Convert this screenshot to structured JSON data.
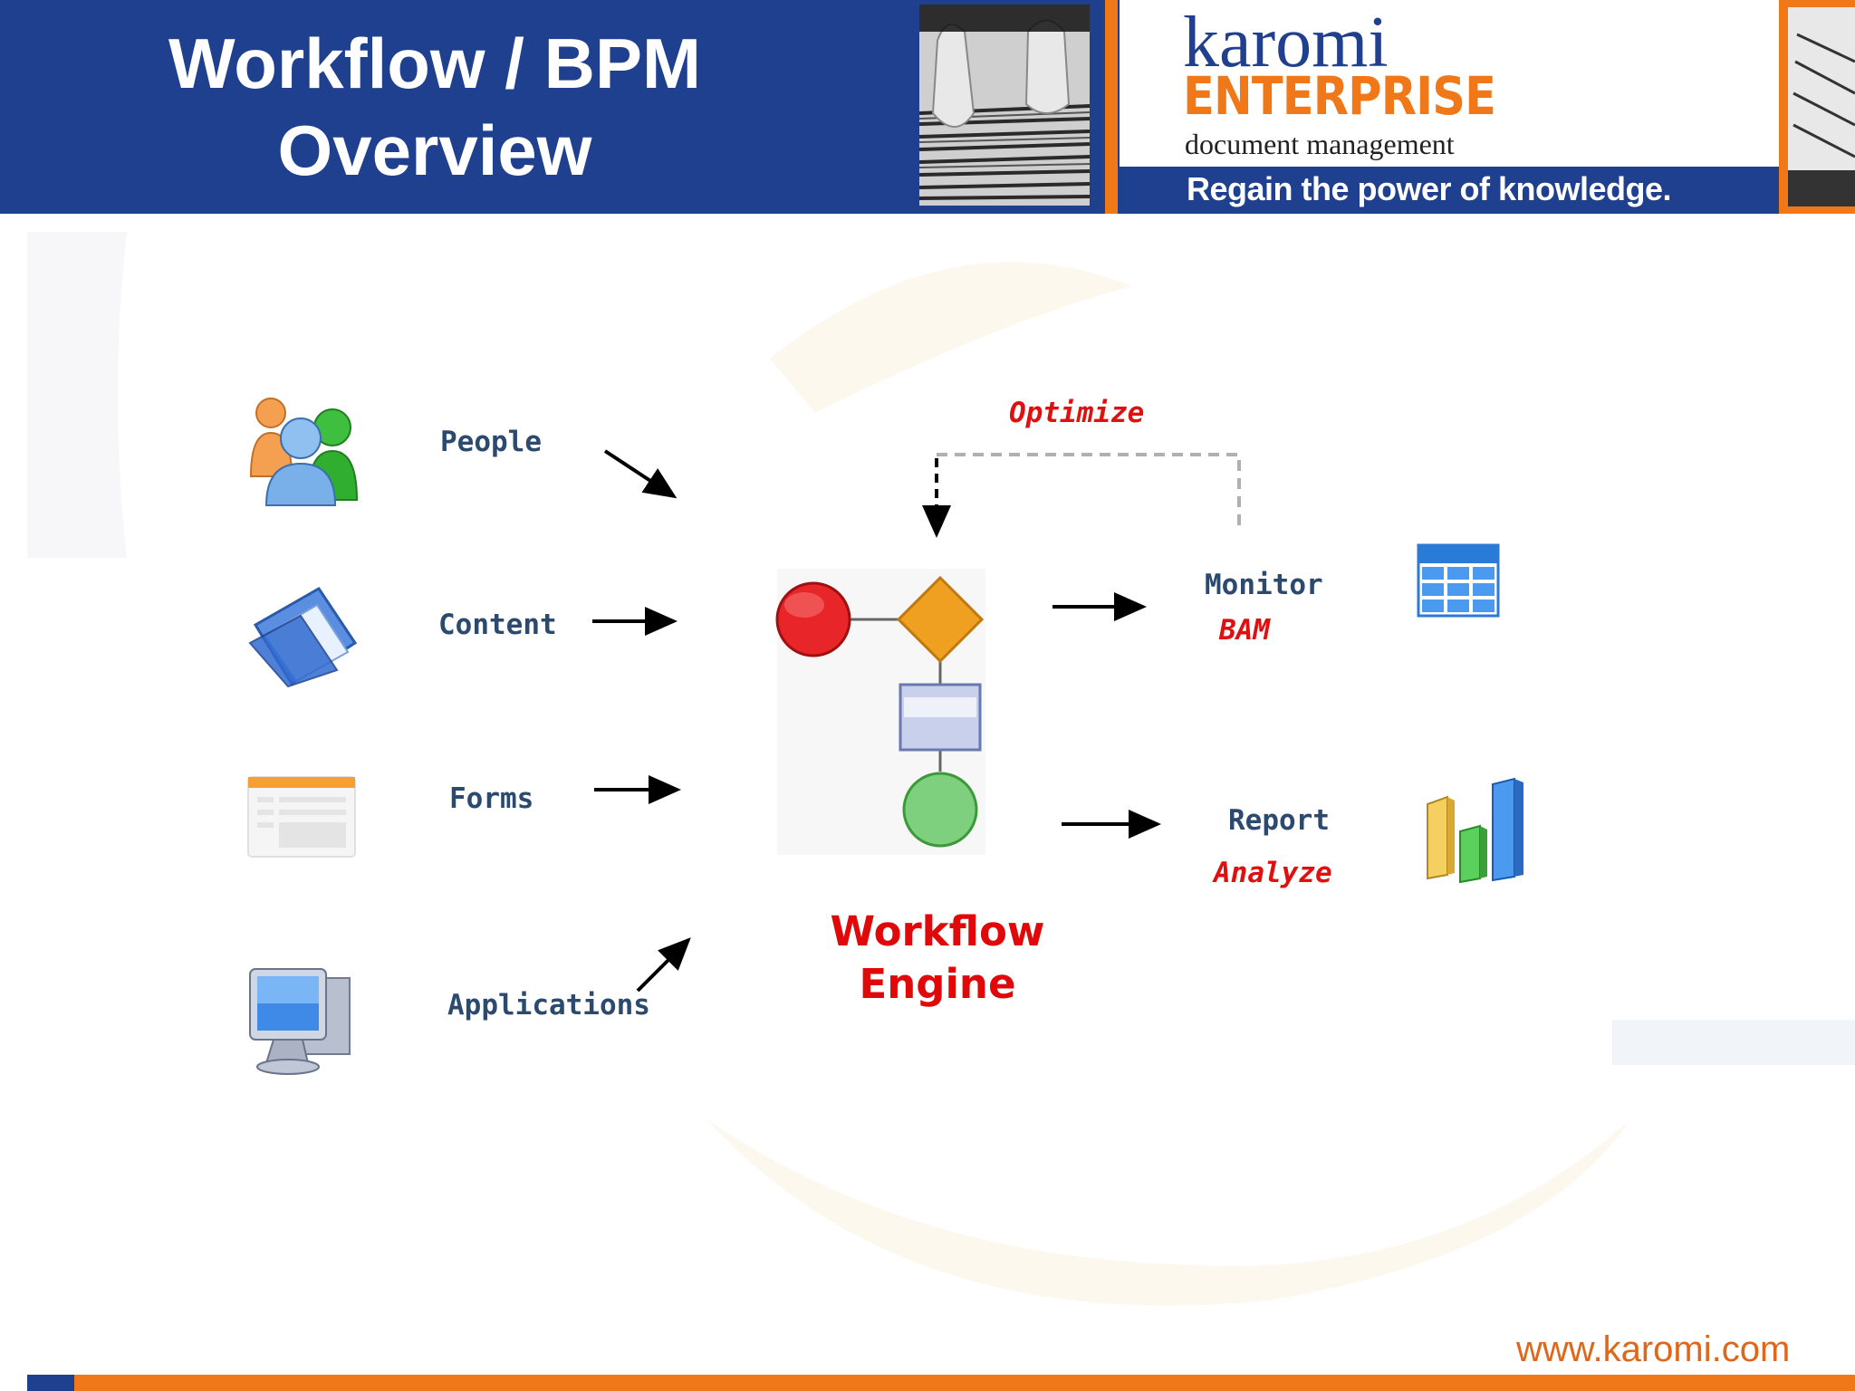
{
  "header": {
    "title": "Workflow / BPM\nOverview",
    "logo_name": "karomi",
    "logo_product": "ENTERPRISE",
    "logo_subtitle": "document management",
    "tagline": "Regain the power of knowledge."
  },
  "inputs": [
    {
      "label": "People",
      "icon": "people-icon"
    },
    {
      "label": "Content",
      "icon": "folder-icon"
    },
    {
      "label": "Forms",
      "icon": "form-icon"
    },
    {
      "label": "Applications",
      "icon": "computer-icon"
    }
  ],
  "engine": {
    "label": "Workflow\nEngine"
  },
  "feedback": {
    "label": "Optimize"
  },
  "outputs": [
    {
      "label": "Monitor",
      "sublabel": "BAM",
      "icon": "table-icon"
    },
    {
      "label": "Report",
      "sublabel": "Analyze",
      "icon": "bar-chart-icon"
    }
  ],
  "footer": {
    "url": "www.karomi.com"
  },
  "colors": {
    "header_blue": "#1f3f8f",
    "brand_orange": "#f07818",
    "accent_red": "#e01010",
    "label_blue": "#2c4a6e"
  }
}
